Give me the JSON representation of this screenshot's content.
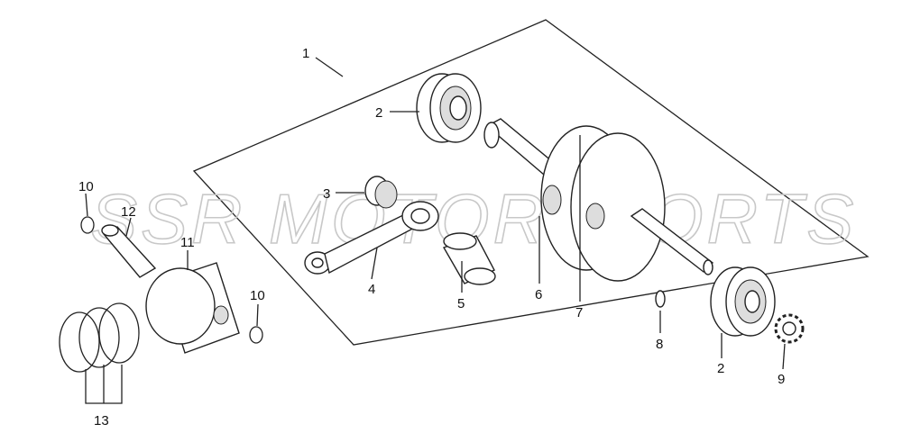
{
  "watermark": "SSR MOTORSPORTS",
  "callouts": [
    {
      "id": "crankshaft-assembly",
      "number": "1"
    },
    {
      "id": "bearing-top",
      "number": "2"
    },
    {
      "id": "needle-bearing",
      "number": "3"
    },
    {
      "id": "connecting-rod",
      "number": "4"
    },
    {
      "id": "crank-pin",
      "number": "5"
    },
    {
      "id": "flywheel-left",
      "number": "6"
    },
    {
      "id": "flywheel-right",
      "number": "7"
    },
    {
      "id": "woodruff-key",
      "number": "8"
    },
    {
      "id": "bearing-bottom",
      "number": "2"
    },
    {
      "id": "sprocket",
      "number": "9"
    },
    {
      "id": "circlip-left",
      "number": "10"
    },
    {
      "id": "piston-pin",
      "number": "12"
    },
    {
      "id": "piston",
      "number": "11"
    },
    {
      "id": "circlip-right",
      "number": "10"
    },
    {
      "id": "piston-rings",
      "number": "13"
    }
  ]
}
